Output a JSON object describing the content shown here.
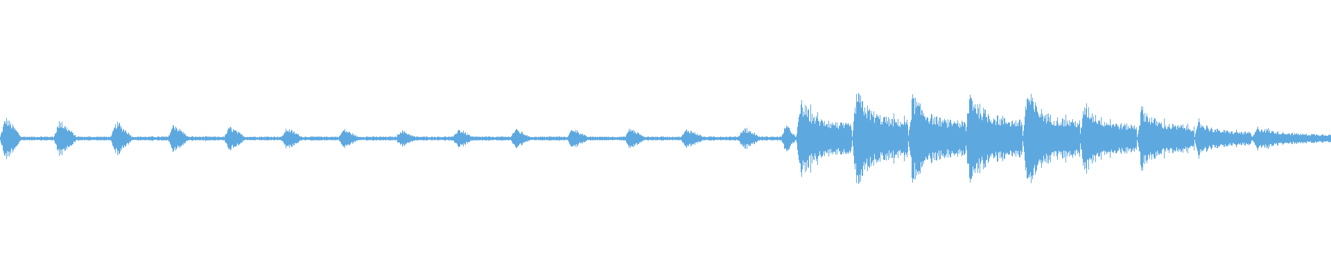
{
  "waveform": {
    "color": "#5ea8e0",
    "background": "#ffffff",
    "noise_floor": 0.02,
    "segments": [
      {
        "start": 0.0,
        "end": 0.016,
        "peak": 0.22,
        "shape": "pulse"
      },
      {
        "start": 0.04,
        "end": 0.058,
        "peak": 0.18,
        "shape": "pulse"
      },
      {
        "start": 0.083,
        "end": 0.1,
        "peak": 0.17,
        "shape": "pulse"
      },
      {
        "start": 0.126,
        "end": 0.142,
        "peak": 0.15,
        "shape": "pulse"
      },
      {
        "start": 0.168,
        "end": 0.185,
        "peak": 0.12,
        "shape": "pulse"
      },
      {
        "start": 0.211,
        "end": 0.228,
        "peak": 0.11,
        "shape": "pulse"
      },
      {
        "start": 0.254,
        "end": 0.27,
        "peak": 0.1,
        "shape": "pulse"
      },
      {
        "start": 0.297,
        "end": 0.313,
        "peak": 0.09,
        "shape": "pulse"
      },
      {
        "start": 0.34,
        "end": 0.356,
        "peak": 0.1,
        "shape": "pulse"
      },
      {
        "start": 0.383,
        "end": 0.399,
        "peak": 0.1,
        "shape": "pulse"
      },
      {
        "start": 0.426,
        "end": 0.442,
        "peak": 0.11,
        "shape": "pulse"
      },
      {
        "start": 0.469,
        "end": 0.485,
        "peak": 0.11,
        "shape": "pulse"
      },
      {
        "start": 0.511,
        "end": 0.53,
        "peak": 0.1,
        "shape": "pulse"
      },
      {
        "start": 0.554,
        "end": 0.572,
        "peak": 0.11,
        "shape": "pulse"
      },
      {
        "start": 0.587,
        "end": 0.598,
        "peak": 0.15,
        "shape": "pulse"
      },
      {
        "start": 0.598,
        "end": 0.64,
        "peak": 0.4,
        "shape": "burst"
      },
      {
        "start": 0.64,
        "end": 0.682,
        "peak": 0.5,
        "shape": "burst"
      },
      {
        "start": 0.682,
        "end": 0.725,
        "peak": 0.46,
        "shape": "burst"
      },
      {
        "start": 0.725,
        "end": 0.768,
        "peak": 0.5,
        "shape": "burst"
      },
      {
        "start": 0.768,
        "end": 0.811,
        "peak": 0.5,
        "shape": "burst"
      },
      {
        "start": 0.811,
        "end": 0.854,
        "peak": 0.38,
        "shape": "burst"
      },
      {
        "start": 0.854,
        "end": 0.897,
        "peak": 0.33,
        "shape": "burst"
      },
      {
        "start": 0.897,
        "end": 0.94,
        "peak": 0.18,
        "shape": "burst"
      },
      {
        "start": 0.94,
        "end": 1.0,
        "peak": 0.12,
        "shape": "burst"
      }
    ]
  }
}
